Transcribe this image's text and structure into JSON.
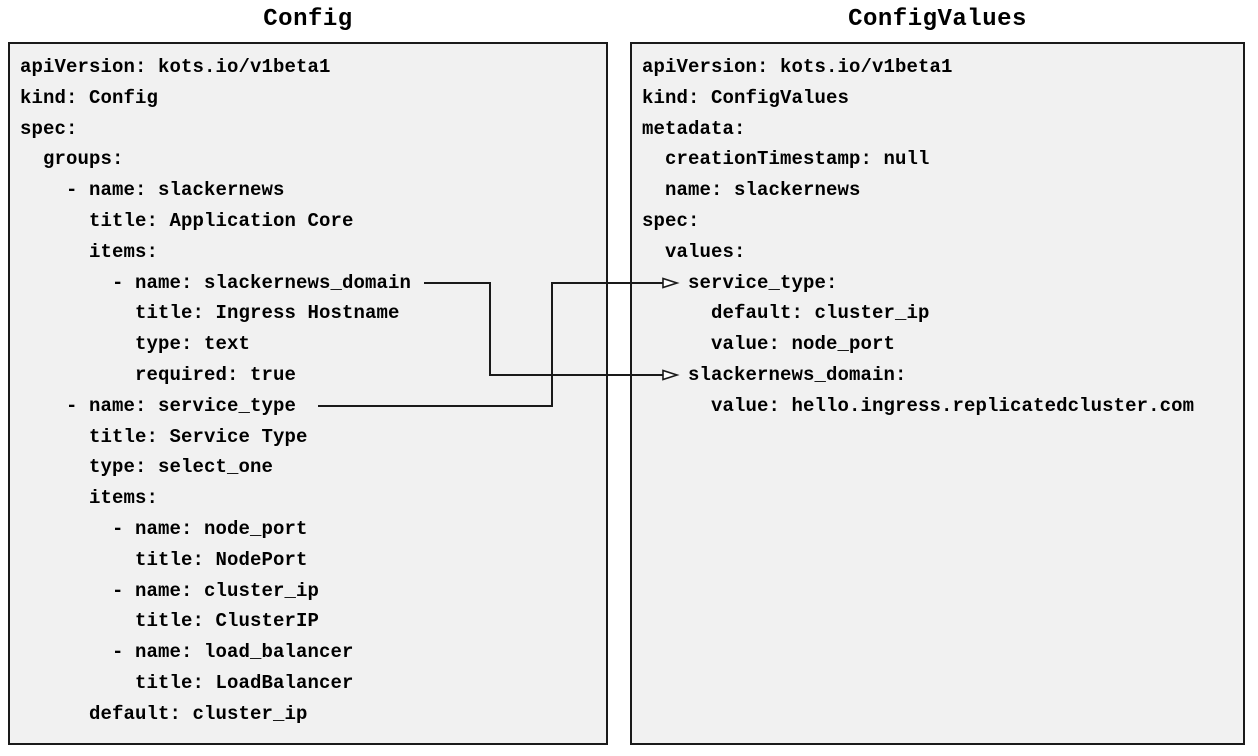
{
  "colors": {
    "page_background": "#ffffff",
    "panel_background": "#f1f1f1",
    "panel_border": "#1a1a1a",
    "text": "#000000",
    "arrow": "#1a1a1a"
  },
  "left_panel": {
    "title": "Config",
    "yaml_lines": [
      "apiVersion: kots.io/v1beta1",
      "kind: Config",
      "spec:",
      "  groups:",
      "    - name: slackernews",
      "      title: Application Core",
      "      items:",
      "        - name: slackernews_domain",
      "          title: Ingress Hostname",
      "          type: text",
      "          required: true",
      "    - name: service_type",
      "      title: Service Type",
      "      type: select_one",
      "      items:",
      "        - name: node_port",
      "          title: NodePort",
      "        - name: cluster_ip",
      "          title: ClusterIP",
      "        - name: load_balancer",
      "          title: LoadBalancer",
      "      default: cluster_ip"
    ]
  },
  "right_panel": {
    "title": "ConfigValues",
    "yaml_lines": [
      "apiVersion: kots.io/v1beta1",
      "kind: ConfigValues",
      "metadata:",
      "  creationTimestamp: null",
      "  name: slackernews",
      "spec:",
      "  values:",
      "    service_type:",
      "      default: cluster_ip",
      "      value: node_port",
      "    slackernews_domain:",
      "      value: hello.ingress.replicatedcluster.com"
    ]
  },
  "arrows": [
    {
      "from_label": "slackernews_domain",
      "to_label": "slackernews_domain:"
    },
    {
      "from_label": "service_type",
      "to_label": "service_type:"
    }
  ]
}
